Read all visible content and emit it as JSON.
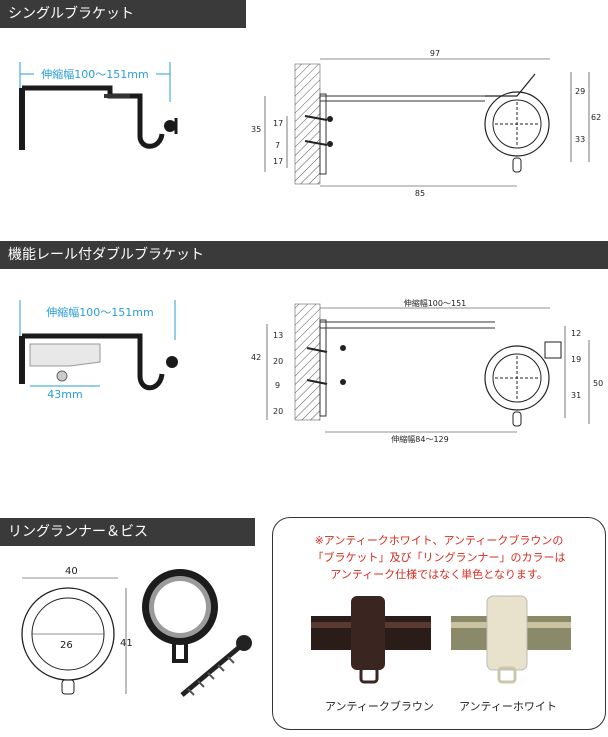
{
  "sections": [
    {
      "title": "シングルブラケット"
    },
    {
      "title": "機能レール付ダブルブラケット"
    },
    {
      "title": "リングランナー＆ビス"
    }
  ],
  "single": {
    "width_label": "伸縮幅100〜151mm",
    "dims": {
      "top": "97",
      "bottom": "85",
      "left_total": "35",
      "l1": "17",
      "l2": "7",
      "l3": "17",
      "r1": "29",
      "r2": "33",
      "r_total": "62"
    }
  },
  "double": {
    "width_label": "伸縮幅100〜151mm",
    "sub_label": "43mm",
    "dims": {
      "top": "伸縮幅100〜151",
      "bottom": "伸縮幅84〜129",
      "l_total": "42",
      "l1": "13",
      "l2": "20",
      "l3": "9",
      "l4": "20",
      "r1": "12",
      "r2": "19",
      "r3": "31",
      "r_total": "50"
    }
  },
  "ring": {
    "outer": "40",
    "inner": "26",
    "height": "41"
  },
  "note": {
    "lines": [
      "※アンティークホワイト、アンティークブラウンの",
      "「ブラケット」及び「リングランナー」のカラーは",
      "アンティーク仕様ではなく単色となります。"
    ],
    "brown_label": "アンティークブラウン",
    "white_label": "アンティーホワイト"
  },
  "colors": {
    "accent": "#2a9ed6",
    "note_red": "#d62a1e",
    "bar": "#3a3a3a"
  }
}
